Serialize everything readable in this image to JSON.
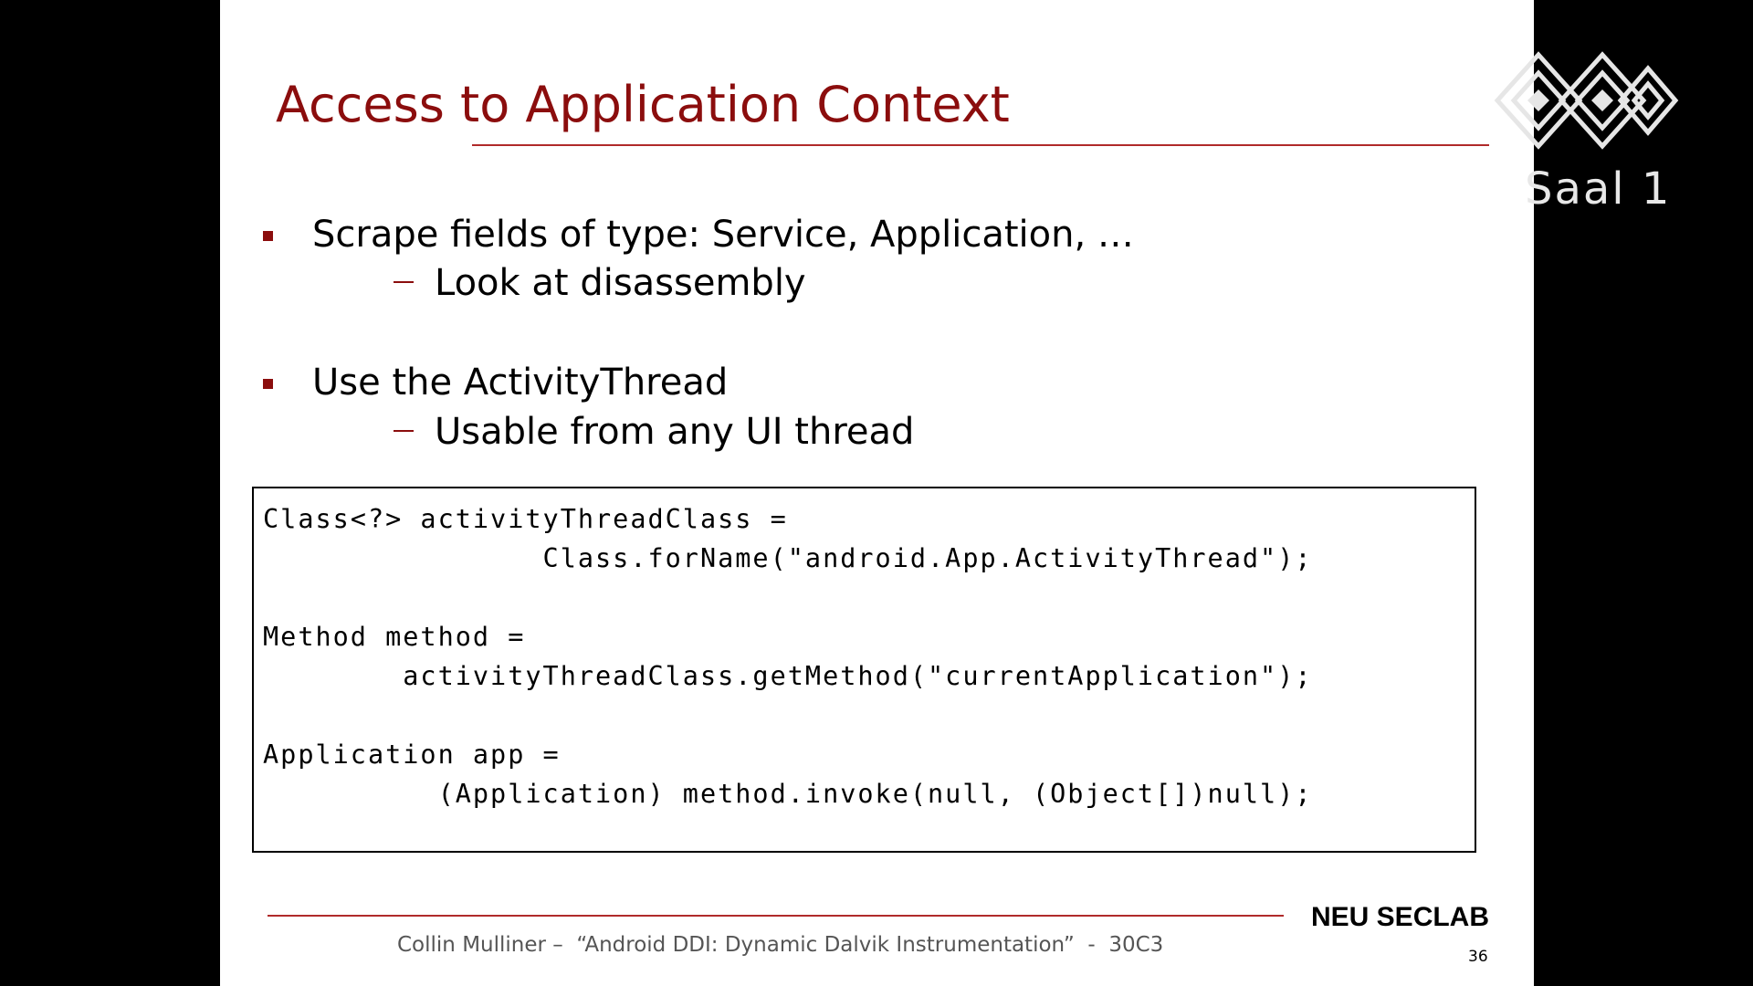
{
  "slide": {
    "title": "Access to Application Context",
    "bullets": [
      {
        "text": "Scrape fields of type: Service, Application, …",
        "sub": [
          "Look at disassembly"
        ]
      },
      {
        "text": "Use the ActivityThread",
        "sub": [
          "Usable from any UI thread"
        ]
      }
    ],
    "code": "Class<?> activityThreadClass =\n                Class.forName(\"android.App.ActivityThread\");\n\nMethod method =\n        activityThreadClass.getMethod(\"currentApplication\");\n\nApplication app =\n          (Application) method.invoke(null, (Object[])null);",
    "footer": {
      "caption": "Collin Mulliner –  “Android DDI: Dynamic Dalvik Instrumentation”  -  30C3",
      "brand": "NEU SECLAB",
      "page_number": "36"
    }
  },
  "overlay": {
    "logo_text": "Saal 1",
    "logo_icon": "ccc-hexagon-logo-icon"
  },
  "colors": {
    "accent": "#8b0d0d",
    "rule": "#b02a2a",
    "background": "#000000",
    "slide": "#ffffff"
  }
}
